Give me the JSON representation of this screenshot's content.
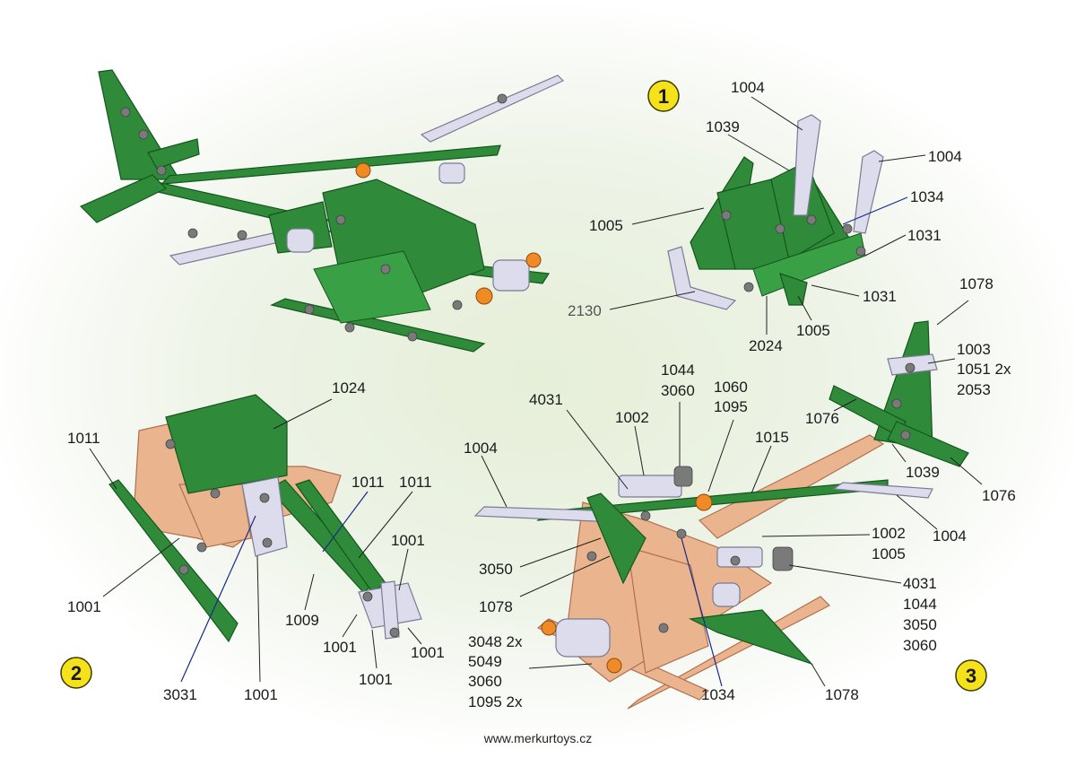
{
  "steps": [
    "1",
    "2",
    "3"
  ],
  "step1_labels": [
    "1004",
    "1039",
    "1004",
    "1034",
    "1005",
    "1031",
    "1031",
    "2130",
    "2024",
    "1005"
  ],
  "step2_labels": [
    "1024",
    "1011",
    "1011",
    "1011",
    "1001",
    "1001",
    "1009",
    "1001",
    "1001",
    "1001",
    "3031",
    "1001"
  ],
  "step3_labels": [
    "1078",
    "1003",
    "1051 2x",
    "2053",
    "1076",
    "1076",
    "1039",
    "1044",
    "3060",
    "1060",
    "1095",
    "4031",
    "1002",
    "1015",
    "1004",
    "1004",
    "1002",
    "1005",
    "3050",
    "1078",
    "4031",
    "1044",
    "3050",
    "3060",
    "3048 2x",
    "5049",
    "3060",
    "1095 2x",
    "1034",
    "1078"
  ],
  "footer": "www.merkurtoys.cz"
}
